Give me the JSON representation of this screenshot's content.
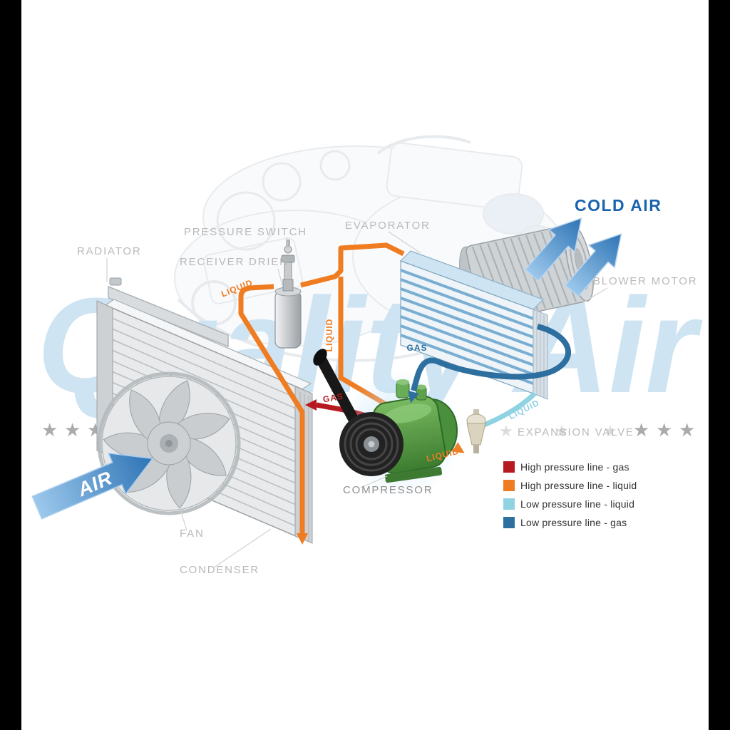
{
  "watermark": {
    "brand": "Quality Air",
    "star": "★"
  },
  "labels": {
    "radiator": "RADIATOR",
    "pressure_switch": "PRESSURE SWITCH",
    "receiver_drier": "RECEIVER DRIER",
    "evaporator": "EVAPORATOR",
    "blower_motor": "BLOWER MOTOR",
    "cold_air": "COLD AIR",
    "expansion_valve": "EXPANSION VALVE",
    "compressor": "COMPRESSOR",
    "fan": "FAN",
    "condenser": "CONDENSER",
    "air": "AIR"
  },
  "line_labels": {
    "liquid_condenser": "LIQUID",
    "liquid_riser": "LIQUID",
    "liquid_valve": "LIQUID",
    "liquid_low": "LIQUID",
    "gas_high": "GAS",
    "gas_low": "GAS"
  },
  "legend": {
    "items": [
      {
        "label": "High pressure line - gas",
        "color": "#b6191f"
      },
      {
        "label": "High pressure line - liquid",
        "color": "#f07c21"
      },
      {
        "label": "Low pressure line - liquid",
        "color": "#8fd2e2"
      },
      {
        "label": "Low pressure line -  gas",
        "color": "#2d6f9f"
      }
    ]
  },
  "colors": {
    "high_pressure_gas": "#b6191f",
    "high_pressure_liquid": "#f07c21",
    "low_pressure_liquid": "#8fd2e2",
    "low_pressure_gas": "#2d6f9f",
    "cold_air": "#1a63ae"
  }
}
